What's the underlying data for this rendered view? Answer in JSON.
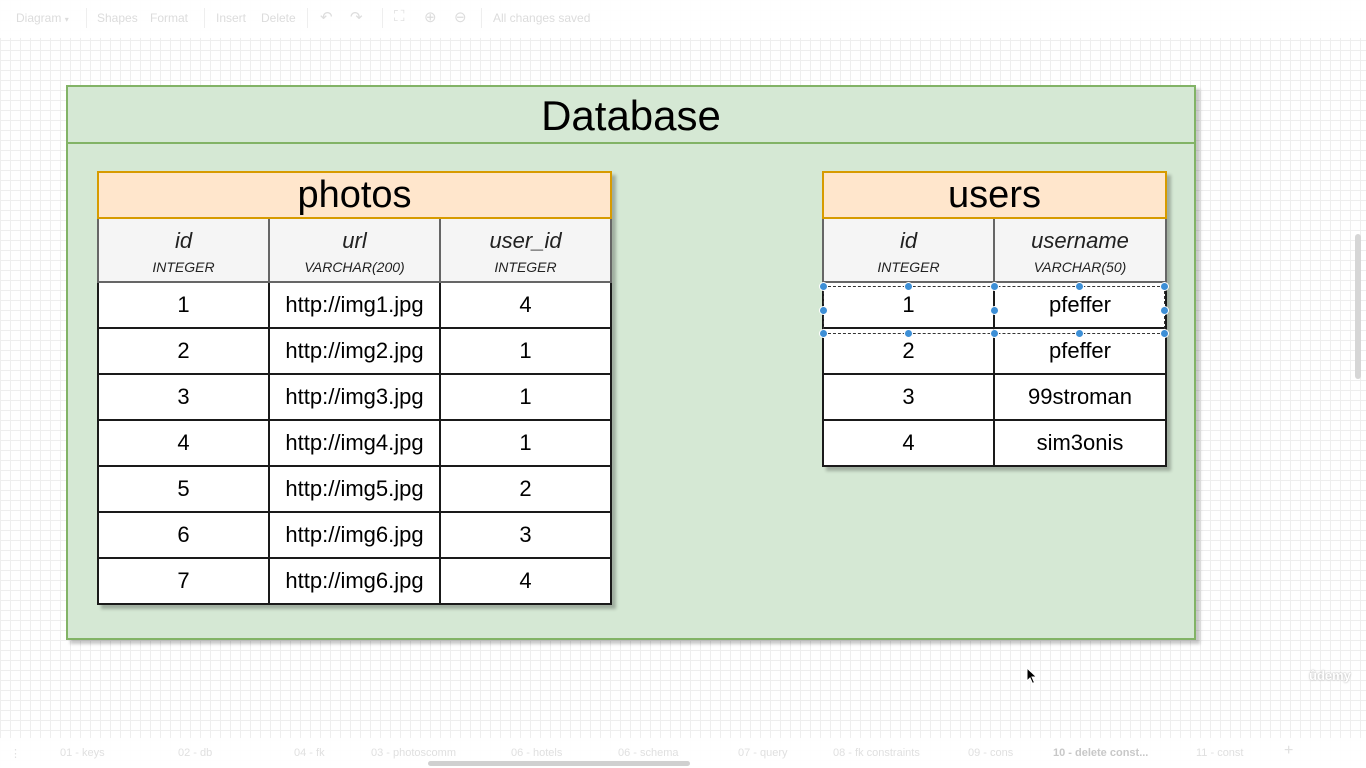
{
  "toolbar": {
    "diagram_menu": "Diagram",
    "shapes": "Shapes",
    "format": "Format",
    "insert": "Insert",
    "delete": "Delete",
    "undo_icon": "undo-icon",
    "redo_icon": "redo-icon",
    "fullscreen_icon": "fullscreen-icon",
    "zoom_in_icon": "zoom-in-icon",
    "zoom_out_icon": "zoom-out-icon",
    "status": "All changes saved"
  },
  "database": {
    "title": "Database",
    "fill_color": "#d5e8d4",
    "stroke_color": "#82b366"
  },
  "photos": {
    "title": "photos",
    "columns": [
      {
        "name": "id",
        "type": "INTEGER"
      },
      {
        "name": "url",
        "type": "VARCHAR(200)"
      },
      {
        "name": "user_id",
        "type": "INTEGER"
      }
    ],
    "rows": [
      [
        "1",
        "http://img1.jpg",
        "4"
      ],
      [
        "2",
        "http://img2.jpg",
        "1"
      ],
      [
        "3",
        "http://img3.jpg",
        "1"
      ],
      [
        "4",
        "http://img4.jpg",
        "1"
      ],
      [
        "5",
        "http://img5.jpg",
        "2"
      ],
      [
        "6",
        "http://img6.jpg",
        "3"
      ],
      [
        "7",
        "http://img6.jpg",
        "4"
      ]
    ]
  },
  "users": {
    "title": "users",
    "columns": [
      {
        "name": "id",
        "type": "INTEGER"
      },
      {
        "name": "username",
        "type": "VARCHAR(50)"
      }
    ],
    "rows": [
      [
        "1",
        "pfeffer"
      ],
      [
        "2",
        "pfeffer"
      ],
      [
        "3",
        "99stroman"
      ],
      [
        "4",
        "sim3onis"
      ]
    ],
    "selected_row": 0
  },
  "colors": {
    "table_title_fill": "#ffe6cc",
    "table_title_stroke": "#d79b00",
    "header_fill": "#f5f5f5",
    "selection_handle": "#3d8fd6"
  },
  "watermark": "ûdemy",
  "tabs": [
    {
      "label": "01 - keys"
    },
    {
      "label": "02 - db"
    },
    {
      "label": "04 - fk"
    },
    {
      "label": "03 - photoscomm"
    },
    {
      "label": "06 - hotels"
    },
    {
      "label": "06 - schema"
    },
    {
      "label": "07 - query"
    },
    {
      "label": "08 - fk constraints"
    },
    {
      "label": "09 - cons"
    },
    {
      "label": "10 - delete const...",
      "active": true
    },
    {
      "label": "11 - const"
    }
  ],
  "add_tab_icon": "plus-icon"
}
